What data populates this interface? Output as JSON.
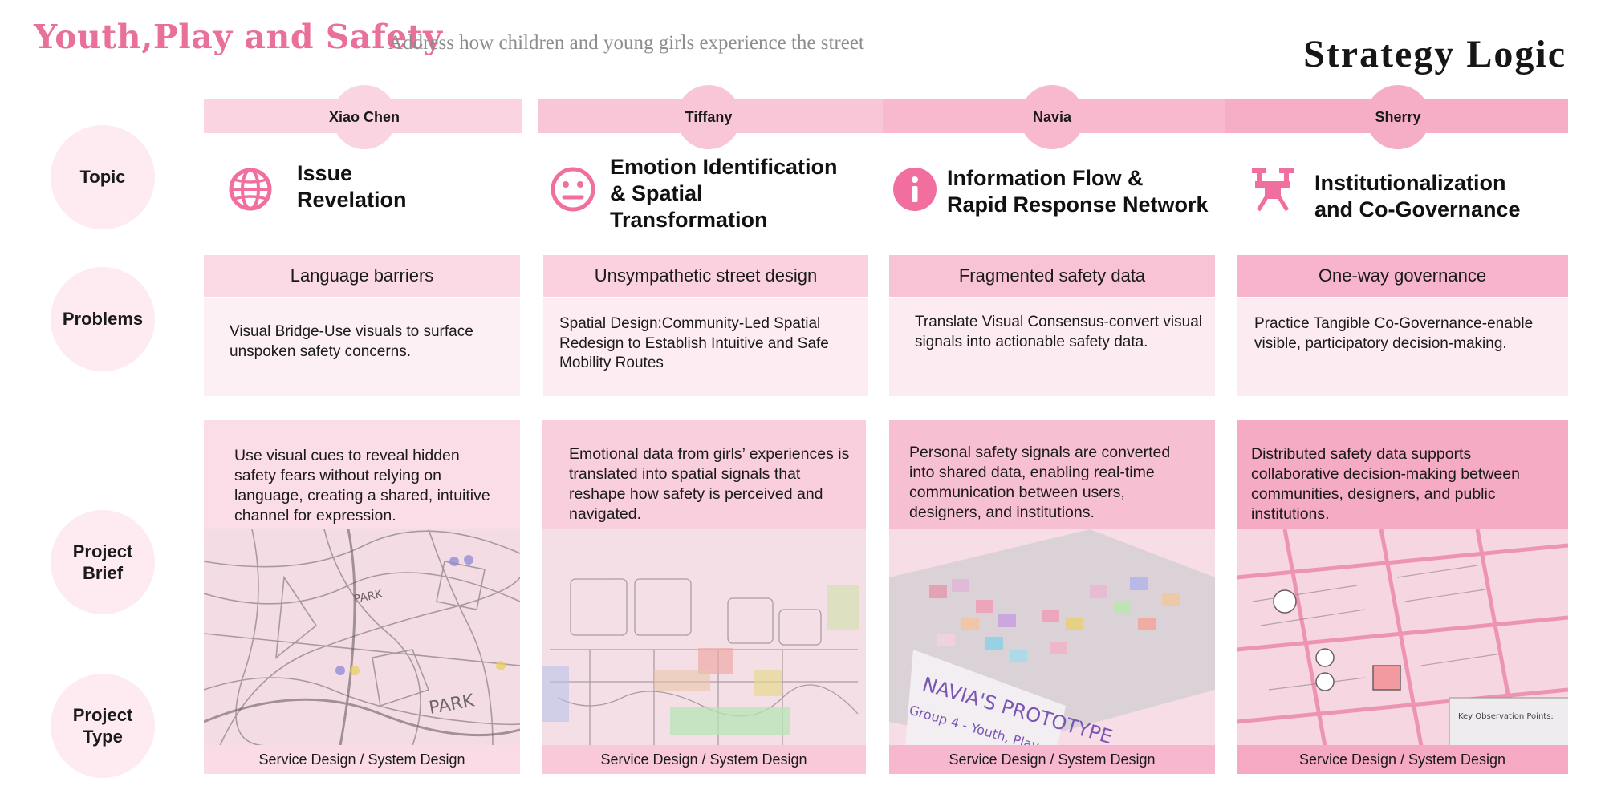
{
  "header": {
    "title": "Youth,Play and Safety",
    "subtitle": "Address how children and young girls experience the street",
    "logic_label": "Strategy Logic"
  },
  "row_labels": {
    "topic": "Topic",
    "problems": "Problems",
    "brief": "Project\nBrief",
    "type": "Project\nType"
  },
  "columns": [
    {
      "name": "Xiao Chen",
      "icon": "globe-icon",
      "topic": "Issue\nRevelation",
      "problem_heading": "Language barriers",
      "problem_text": "Visual Bridge-Use visuals to surface unspoken safety concerns.",
      "brief": "Use visual cues to reveal hidden safety fears without relying on language, creating a shared, intuitive channel for expression.",
      "type": "Service Design / System Design",
      "color": "#fbd1df"
    },
    {
      "name": "Tiffany",
      "icon": "neutral-face-icon",
      "topic": "Emotion Identification\n& Spatial\nTransformation",
      "problem_heading": "Unsympathetic street design",
      "problem_text": "Spatial Design:Community-Led Spatial Redesign to Establish Intuitive and Safe Mobility Routes",
      "brief": "Emotional data from girls’ experiences is translated into spatial signals that reshape how safety is perceived and navigated.",
      "type": "Service Design / System Design",
      "color": "#f9c3d6"
    },
    {
      "name": "Navia",
      "icon": "info-icon",
      "topic": "Information Flow &\nRapid Response Network",
      "problem_heading": "Fragmented safety data",
      "problem_text": "Translate Visual Consensus-convert visual signals into actionable safety data.",
      "brief": "Personal safety signals are converted into shared data, enabling real-time communication between users, designers, and institutions.",
      "type": "Service Design / System Design",
      "color": "#f8b4cc"
    },
    {
      "name": "Sherry",
      "icon": "drone-icon",
      "topic": "Institutionalization\nand Co-Governance",
      "problem_heading": "One-way governance",
      "problem_text": "Practice Tangible Co-Governance-enable visible, participatory decision-making.",
      "brief": "Distributed safety data supports collaborative decision-making between communities, designers, and public institutions.",
      "type": "Service Design / System Design",
      "color": "#f6a8c3"
    }
  ],
  "image_texts": {
    "park_1": "PARK",
    "park_2": "PARK",
    "prototype_1": "NAVIA'S PROTOTYPE",
    "prototype_2": "Group 4 - Youth, Play",
    "observation": "Key Observation Points:"
  },
  "accent_color": "#e8709b",
  "icon_color": "#f06f9f"
}
